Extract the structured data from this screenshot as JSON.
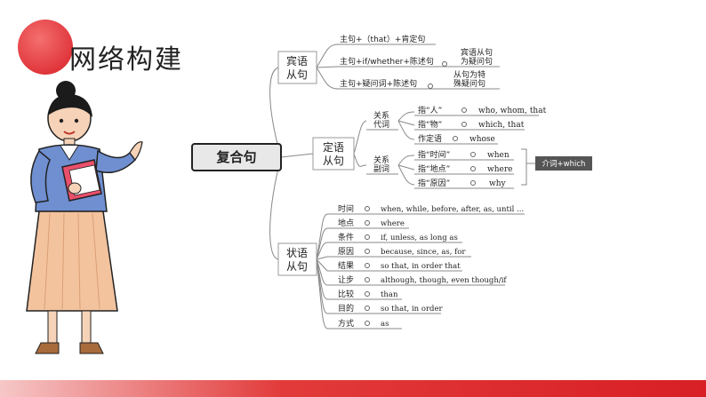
{
  "slide": {
    "title": "网络构建"
  },
  "root": {
    "label": "复合句"
  },
  "object_clause": {
    "label_line1": "宾语",
    "label_line2": "从句",
    "items": [
      {
        "text": "主句+（that）+肯定句"
      },
      {
        "text": "主句+if/whether+陈述句",
        "note_line1": "宾语从句",
        "note_line2": "为疑问句"
      },
      {
        "text": "主句+疑问词+陈述句",
        "note_line1": "从句为特",
        "note_line2": "殊疑问句"
      }
    ]
  },
  "attributive_clause": {
    "label_line1": "定语",
    "label_line2": "从句",
    "pronouns": {
      "label_line1": "关系",
      "label_line2": "代词",
      "items": [
        {
          "text": "指“人”",
          "value": "who, whom, that"
        },
        {
          "text": "指“物”",
          "value": "which, that"
        },
        {
          "text": "作定语",
          "value": "whose"
        }
      ]
    },
    "adverbs": {
      "label_line1": "关系",
      "label_line2": "副词",
      "items": [
        {
          "text": "指“时间”",
          "value": "when"
        },
        {
          "text": "指“地点”",
          "value": "where"
        },
        {
          "text": "指“原因”",
          "value": "why"
        }
      ],
      "bracket_note": "介词+which"
    }
  },
  "adverbial_clause": {
    "label_line1": "状语",
    "label_line2": "从句",
    "items": [
      {
        "text": "时间",
        "value": "when, while, before, after, as, until ..."
      },
      {
        "text": "地点",
        "value": "where"
      },
      {
        "text": "条件",
        "value": "if, unless, as long as"
      },
      {
        "text": "原因",
        "value": "because, since, as, for"
      },
      {
        "text": "结果",
        "value": "so that, in order that"
      },
      {
        "text": "让步",
        "value": "although, though, even though/if"
      },
      {
        "text": "比较",
        "value": "than"
      },
      {
        "text": "目的",
        "value": "so that, in order"
      },
      {
        "text": "方式",
        "value": "as"
      }
    ]
  },
  "colors": {
    "accent": "#d81f26",
    "line": "#888888",
    "box_border": "#9a9a9a",
    "root_fill": "#e8e8e8",
    "note_fill": "#555555"
  },
  "illustration": {
    "subject": "teacher-reading-book"
  }
}
